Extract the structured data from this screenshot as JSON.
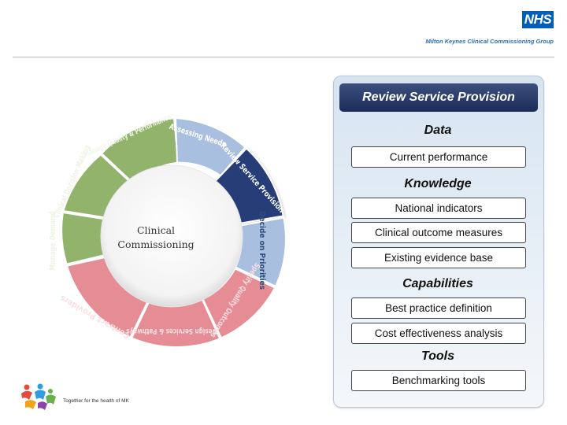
{
  "header": {
    "nhs_logo": "NHS",
    "org_name": "Milton Keynes Clinical Commissioning Group"
  },
  "wheel": {
    "center_line1": "Clinical",
    "center_line2": "Commissioning",
    "segments": [
      {
        "id": "quality",
        "label": "Manage Quality & Performance",
        "color": "#92b36b"
      },
      {
        "id": "assessing",
        "label": "Assessing Needs",
        "color": "#a9bfe0"
      },
      {
        "id": "review",
        "label": "Review Service Provision",
        "color": "#263e78"
      },
      {
        "id": "decide",
        "label": "Decide on Priorities",
        "color": "#a9bfe0"
      },
      {
        "id": "specify",
        "label": "Specify Quality Outcomes",
        "color": "#e58c95"
      },
      {
        "id": "design",
        "label": "Design Services & Pathways",
        "color": "#e58c95"
      },
      {
        "id": "contract",
        "label": "Contract Providers",
        "color": "#e58c95"
      },
      {
        "id": "demand",
        "label": "Manage Demand",
        "color": "#92b36b"
      },
      {
        "id": "decision",
        "label": "Clinical Decision Making",
        "color": "#92b36b"
      }
    ]
  },
  "panel": {
    "title": "Review Service Provision",
    "data_heading": "Data",
    "data_items": [
      "Current performance"
    ],
    "knowledge_heading": "Knowledge",
    "knowledge_items": [
      "National indicators",
      "Clinical outcome measures",
      "Existing evidence base"
    ],
    "capabilities_heading": "Capabilities",
    "capabilities_items": [
      "Best practice definition",
      "Cost effectiveness analysis"
    ],
    "tools_heading": "Tools",
    "tools_items": [
      "Benchmarking tools"
    ]
  },
  "footer": {
    "tagline": "Together for the health of MK"
  }
}
